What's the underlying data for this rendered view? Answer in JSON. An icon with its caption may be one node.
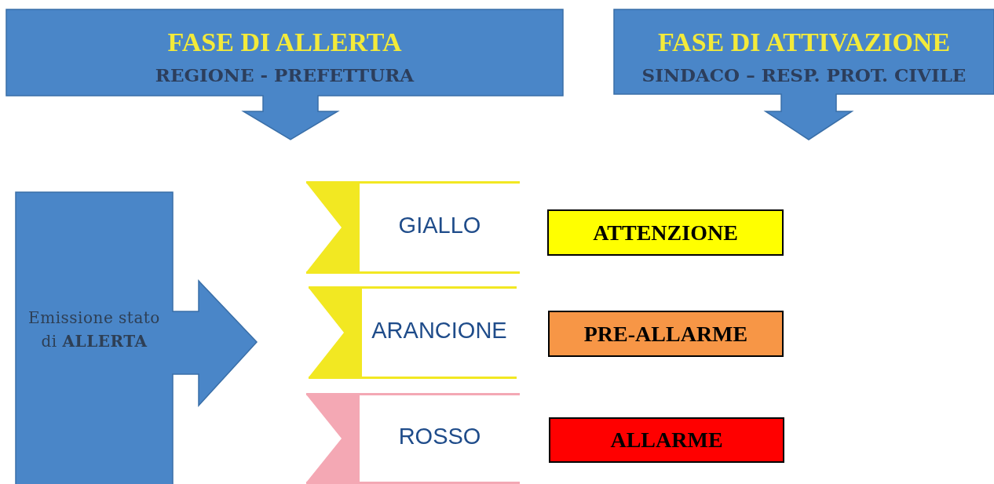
{
  "diagram": {
    "nodes": [
      {
        "text": [
          "FASE DI ALLERTA",
          "REGIONE - PREFETTURA"
        ]
      },
      {
        "text": [
          "FASE DI ATTIVAZIONE",
          "SINDACO – RESP. PROT. CIVILE"
        ]
      },
      {
        "text": [
          "Emissione stato di **ALLERTA**"
        ]
      },
      {
        "text": [
          "GIALLO"
        ]
      },
      {
        "text": [
          "ARANCIONE"
        ]
      },
      {
        "text": [
          "ROSSO"
        ]
      },
      {
        "text": [
          "ATTENZIONE"
        ]
      },
      {
        "text": [
          "PRE-ALLARME"
        ]
      },
      {
        "text": [
          "ALLARME"
        ]
      }
    ]
  }
}
